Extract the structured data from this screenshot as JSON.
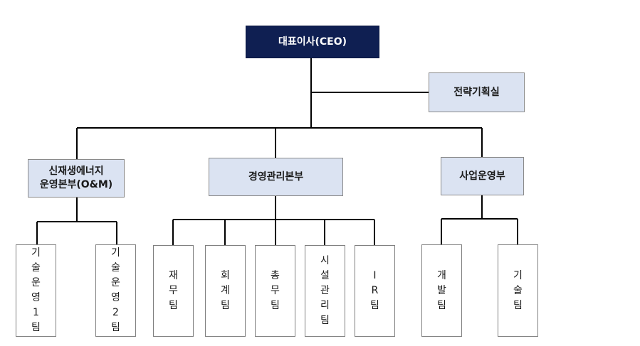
{
  "ceo": "대표이사(CEO)",
  "strategy": "전략기획실",
  "divisions": {
    "renewable": "신재생에너지\n운영본부(O&M)",
    "management": "경영관리본부",
    "business": "사업운영부"
  },
  "teams": {
    "tech_ops_1": "기\n술\n운\n영\n1\n팀",
    "tech_ops_2": "기\n술\n운\n영\n2\n팀",
    "finance": "재\n무\n팀",
    "accounting": "회\n계\n팀",
    "general_affairs": "총\n무\n팀",
    "facility": "시\n설\n관\n리\n팀",
    "ir": "I\nR\n팀",
    "development": "개\n발\n팀",
    "technology": "기\n술\n팀"
  }
}
